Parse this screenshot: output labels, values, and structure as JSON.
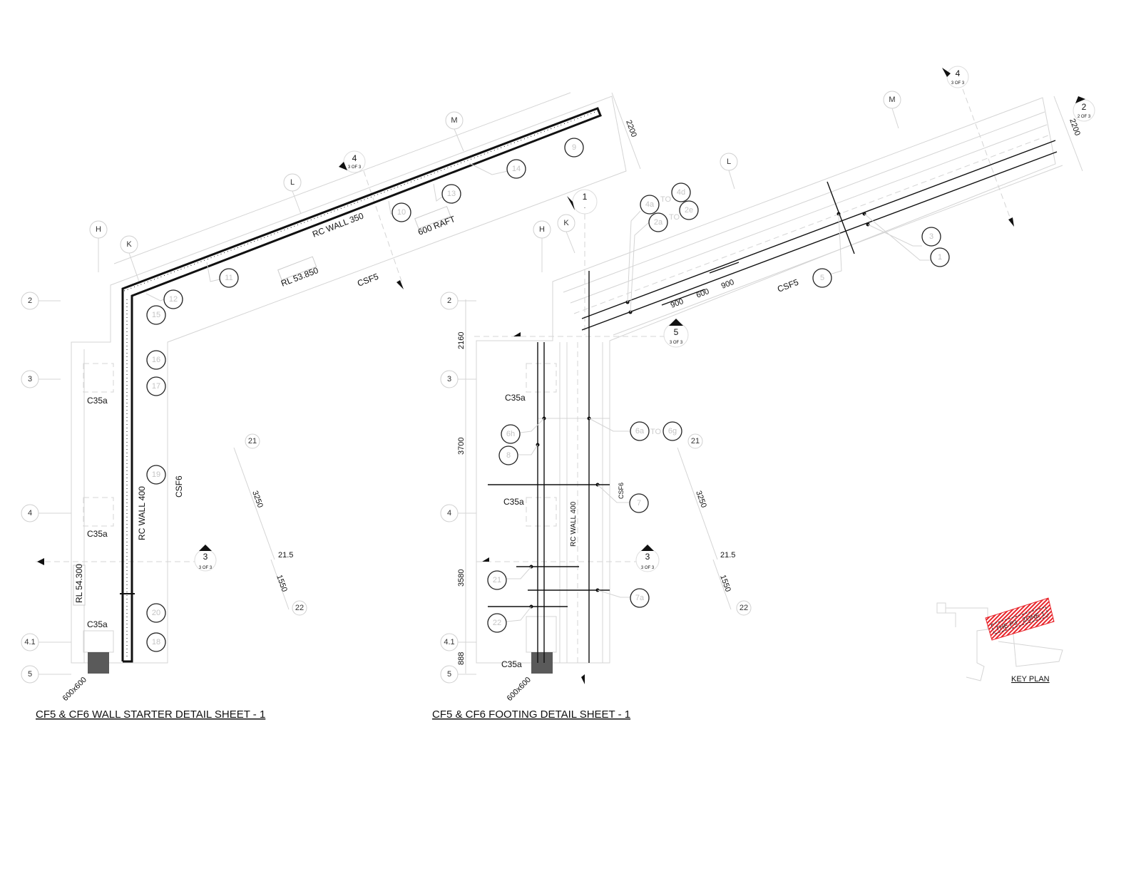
{
  "left": {
    "title": "CF5 & CF6 WALL STARTER DETAIL SHEET - 1",
    "grid": {
      "H": "H",
      "K": "K",
      "L": "L",
      "M": "M",
      "g2": "2",
      "g3": "3",
      "g4": "4",
      "g41": "4.1",
      "g5": "5"
    },
    "section_4": {
      "num": "4",
      "sheet": "3 OF 3"
    },
    "section_3": {
      "num": "3",
      "sheet": "3 OF 3"
    },
    "labels": {
      "rc_wall_350": "RC WALL 350",
      "raft": "600 RAFT",
      "rl_53": "RL 53.850",
      "csf5": "CSF5",
      "csf6": "CSF6",
      "rc_wall_400": "RC WALL 400",
      "rl_54": "RL 54.300",
      "c35a": "C35a",
      "col_size": "600x600"
    },
    "dims": {
      "d2200": "2200",
      "g21": "21",
      "d3250": "3250",
      "g215": "21.5",
      "d1550": "1550",
      "g22": "22"
    },
    "callouts": [
      "9",
      "14",
      "13",
      "10",
      "11",
      "12",
      "15",
      "16",
      "17",
      "19",
      "20",
      "18"
    ]
  },
  "right": {
    "title": "CF5 & CF6 FOOTING DETAIL SHEET - 1",
    "grid": {
      "H": "H",
      "K": "K",
      "L": "L",
      "M": "M",
      "g2": "2",
      "g3": "3",
      "g4": "4",
      "g41": "4.1",
      "g5": "5"
    },
    "section_1": {
      "num": "1",
      "sheet": "-"
    },
    "section_5": {
      "num": "5",
      "sheet": "3 OF 3"
    },
    "section_3": {
      "num": "3",
      "sheet": "3 OF 3"
    },
    "section_4": {
      "num": "4",
      "sheet": "3 OF 3"
    },
    "section_2": {
      "num": "2",
      "sheet": "2 OF 3"
    },
    "labels": {
      "c35a": "C35a",
      "csf6": "CSF6",
      "rc_wall_400": "RC WALL 400",
      "csf5": "CSF5",
      "col_size": "600x600",
      "to": "TO"
    },
    "dims": {
      "d900a": "900",
      "d600": "600",
      "d900b": "900",
      "d2160": "2160",
      "d3700": "3700",
      "d3580": "3580",
      "d888": "888",
      "d2200": "2200",
      "g21": "21",
      "d3250": "3250",
      "g215": "21.5",
      "d1550": "1550",
      "g22": "22"
    },
    "callouts": [
      "4a",
      "4d",
      "2a",
      "2e",
      "3",
      "1",
      "5",
      "6h",
      "8",
      "6a",
      "6g",
      "7",
      "21",
      "7a",
      "22"
    ]
  },
  "key_plan": {
    "title": "KEY PLAN",
    "zone": "THE P3 - ZONE 1",
    "zone_color": "#e8262c"
  }
}
